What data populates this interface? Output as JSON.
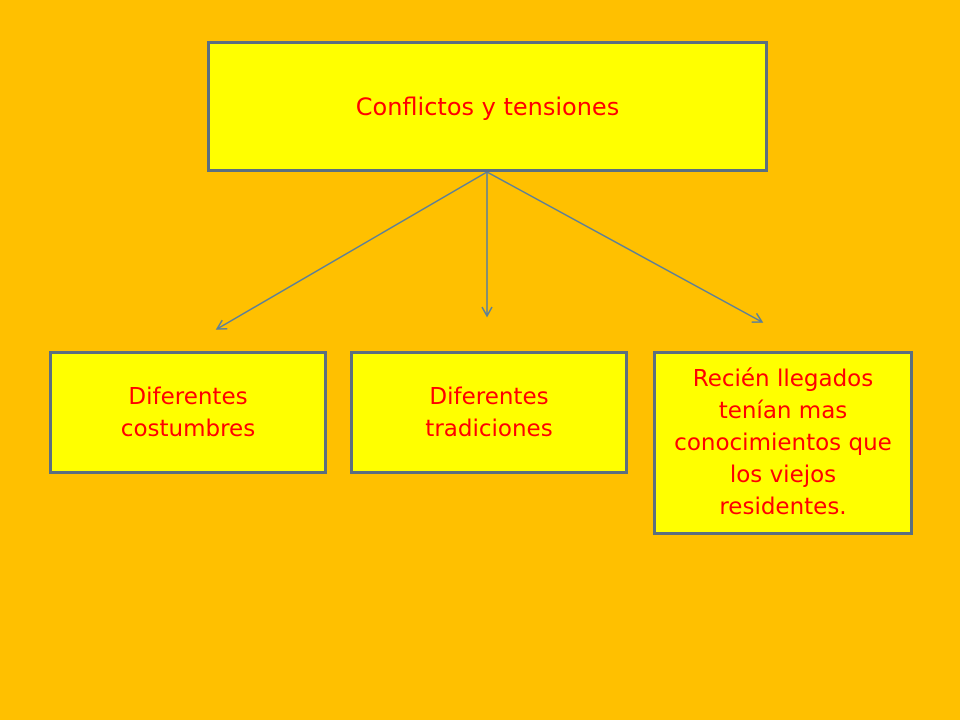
{
  "diagram": {
    "title_box": {
      "text": "Conflictos y tensiones"
    },
    "children": [
      {
        "text": "Diferentes costumbres"
      },
      {
        "text": "Diferentes tradiciones"
      },
      {
        "text": "Recién llegados tenían mas conocimientos que los viejos residentes."
      }
    ]
  },
  "colors": {
    "background": "#FFC000",
    "box_fill": "#FFFF00",
    "box_border": "#5B6F80",
    "text": "#FF0000",
    "arrow": "#5B7F9A"
  }
}
